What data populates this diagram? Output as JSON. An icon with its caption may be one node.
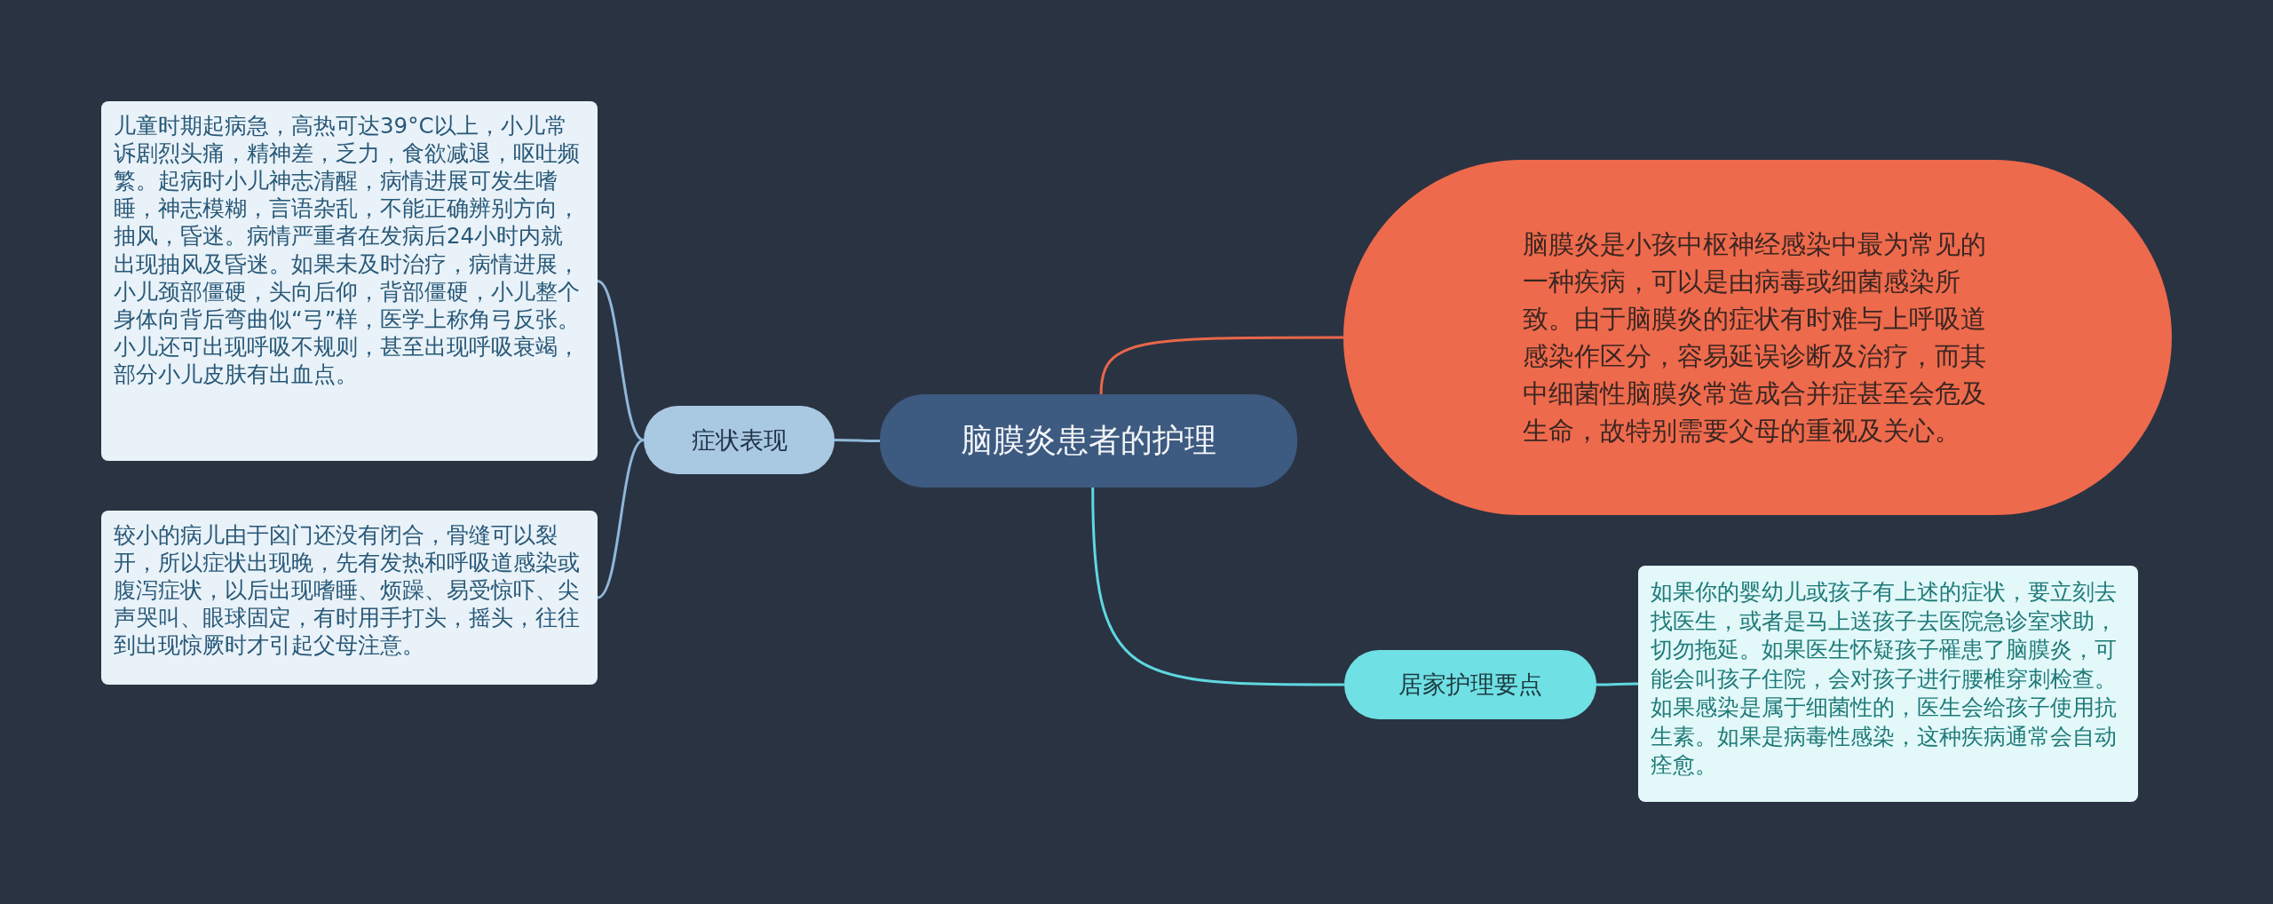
{
  "diagram": {
    "nodes": [
      {
        "text": [
          "脑膜炎患者的护理"
        ]
      },
      {
        "text": [
          "脑膜炎是小孩中枢神经感染中最为常见的一种疾病，可以是由病毒或细菌感染所致。由于脑膜炎的症状有时难与上呼吸道感染作区分，容易延误诊断及治疗，而其中细菌性脑膜炎常造成合并症甚至会危及生命，故特别需要父母的重视及关心。"
        ]
      },
      {
        "text": [
          "症状表现"
        ]
      },
      {
        "text": [
          "儿童时期起病急，高热可达39°C以上，小儿常诉剧烈头痛，精神差，乏力，食欲减退，呕吐频繁。起病时小儿神志清醒，病情进展可发生嗜睡，神志模糊，言语杂乱，不能正确辨别方向，抽风，昏迷。病情严重者在发病后24小时内就出现抽风及昏迷。如果未及时治疗，病情进展，小儿颈部僵硬，头向后仰，背部僵硬，小儿整个身体向背后弯曲似“弓”样，医学上称角弓反张。小儿还可出现呼吸不规则，甚至出现呼吸衰竭，部分小儿皮肤有出血点。"
        ]
      },
      {
        "text": [
          "较小的病儿由于囟门还没有闭合，骨缝可以裂开，所以症状出现晚，先有发热和呼吸道感染或腹泻症状，以后出现嗜睡、烦躁、易受惊吓、尖声哭叫、眼球固定，有时用手打头，摇头，往往到出现惊厥时才引起父母注意。"
        ]
      },
      {
        "text": [
          "居家护理要点"
        ]
      },
      {
        "text": [
          "如果你的婴幼儿或孩子有上述的症状，要立刻去找医生，或者是马上送孩子去医院急诊室求助，切勿拖延。如果医生怀疑孩子罹患了脑膜炎，可能会叫孩子住院，会对孩子进行腰椎穿刺检查。如果感染是属于细菌性的，医生会给孩子使用抗生素。如果是病毒性感染，这种疾病通常会自动痊愈。"
        ]
      }
    ],
    "edges": [
      {
        "from": 0,
        "to": 1,
        "arrow": "none",
        "color": "#e8674a"
      },
      {
        "from": 0,
        "to": 2,
        "arrow": "none"
      },
      {
        "from": 2,
        "to": 3,
        "arrow": "none"
      },
      {
        "from": 2,
        "to": 4,
        "arrow": "none"
      },
      {
        "from": 0,
        "to": 5,
        "arrow": "none",
        "color": "#5fd8e0"
      },
      {
        "from": 5,
        "to": 6,
        "arrow": "none",
        "color": "#5fd8e0"
      }
    ]
  }
}
